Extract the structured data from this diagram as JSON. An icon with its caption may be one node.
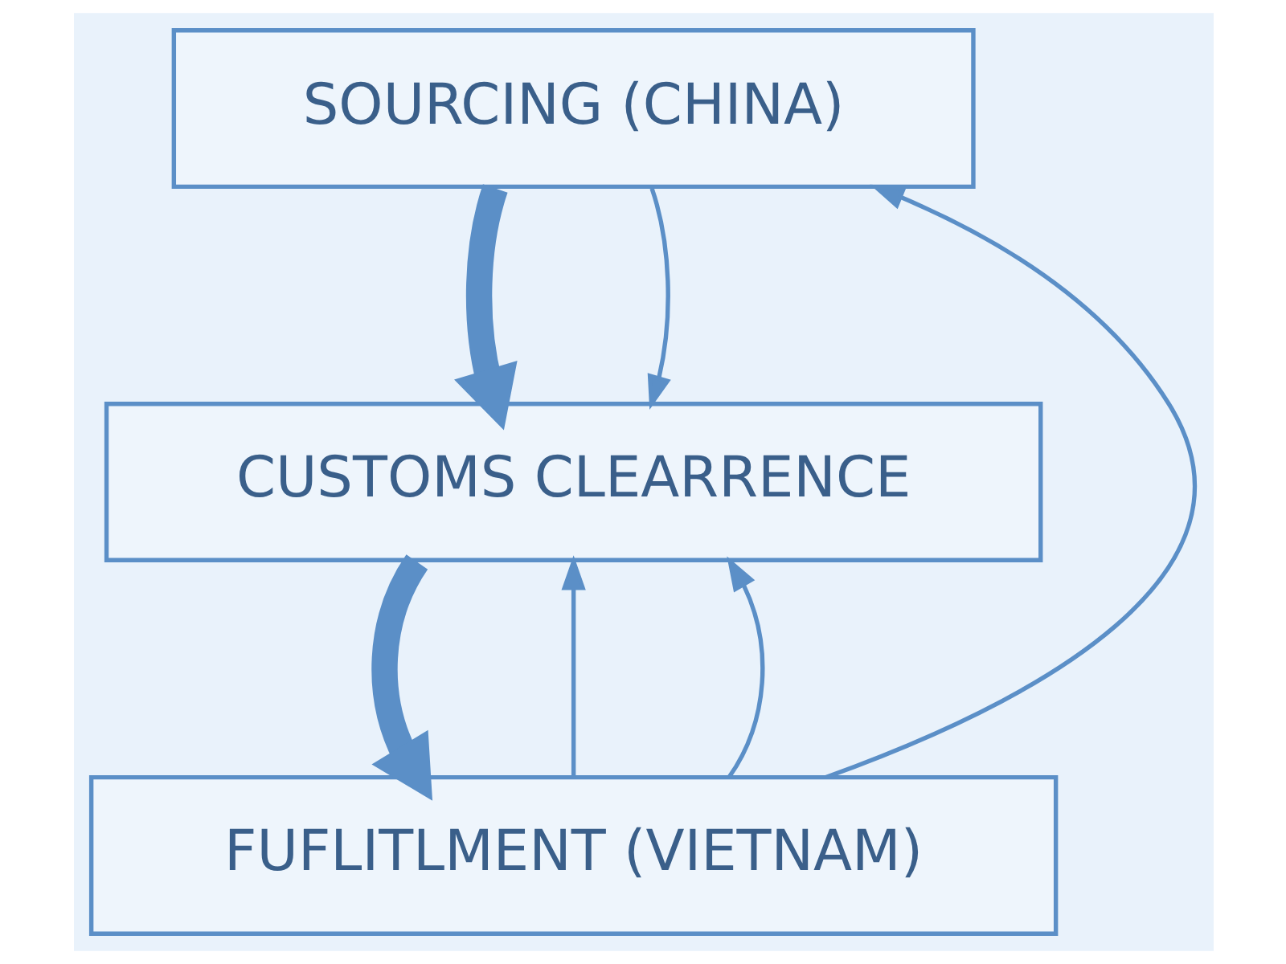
{
  "diagram": {
    "nodes": [
      {
        "text": [
          "SOURCING (CHINA)"
        ]
      },
      {
        "text": [
          "CUSTOMS CLEARRENCE"
        ]
      },
      {
        "text": [
          "FUFLITLMENT (VIETNAM)"
        ]
      }
    ],
    "edges": [
      {
        "from": 0,
        "to": 1,
        "arrow": "to",
        "style": "thick"
      },
      {
        "from": 1,
        "to": 2,
        "arrow": "to",
        "style": "thick"
      },
      {
        "from": 2,
        "to": 0,
        "arrow": "to"
      },
      {
        "from": 2,
        "to": 1,
        "arrow": "to"
      },
      {
        "from": 0,
        "to": 1,
        "arrow": "to"
      },
      {
        "from": 2,
        "to": 1,
        "arrow": "to"
      }
    ]
  }
}
